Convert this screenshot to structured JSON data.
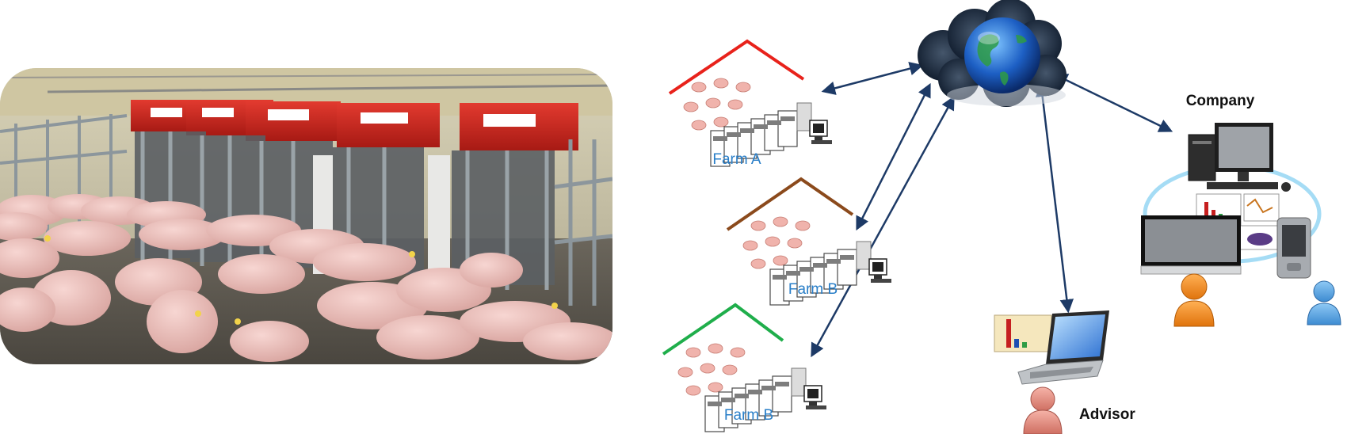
{
  "labels": {
    "farm_a": "Farm A",
    "farm_b1": "Farm B",
    "farm_b2": "Farm B",
    "company": "Company",
    "advisor": "Advisor"
  },
  "icons": {
    "photo": "pig-feeding-stations-photo",
    "cloud": "internet-cloud-globe-icon",
    "farm": "farm-house-with-pigs-and-feeders-icon",
    "company": "company-computers-icon",
    "advisor": "advisor-laptop-icon"
  },
  "colors": {
    "farm_a_roof": "#e8221b",
    "farm_b1_roof": "#8b4a1c",
    "farm_b2_roof": "#1fae4b",
    "arrows": "#1d3a66",
    "labels_farm": "#2a7fc8"
  }
}
